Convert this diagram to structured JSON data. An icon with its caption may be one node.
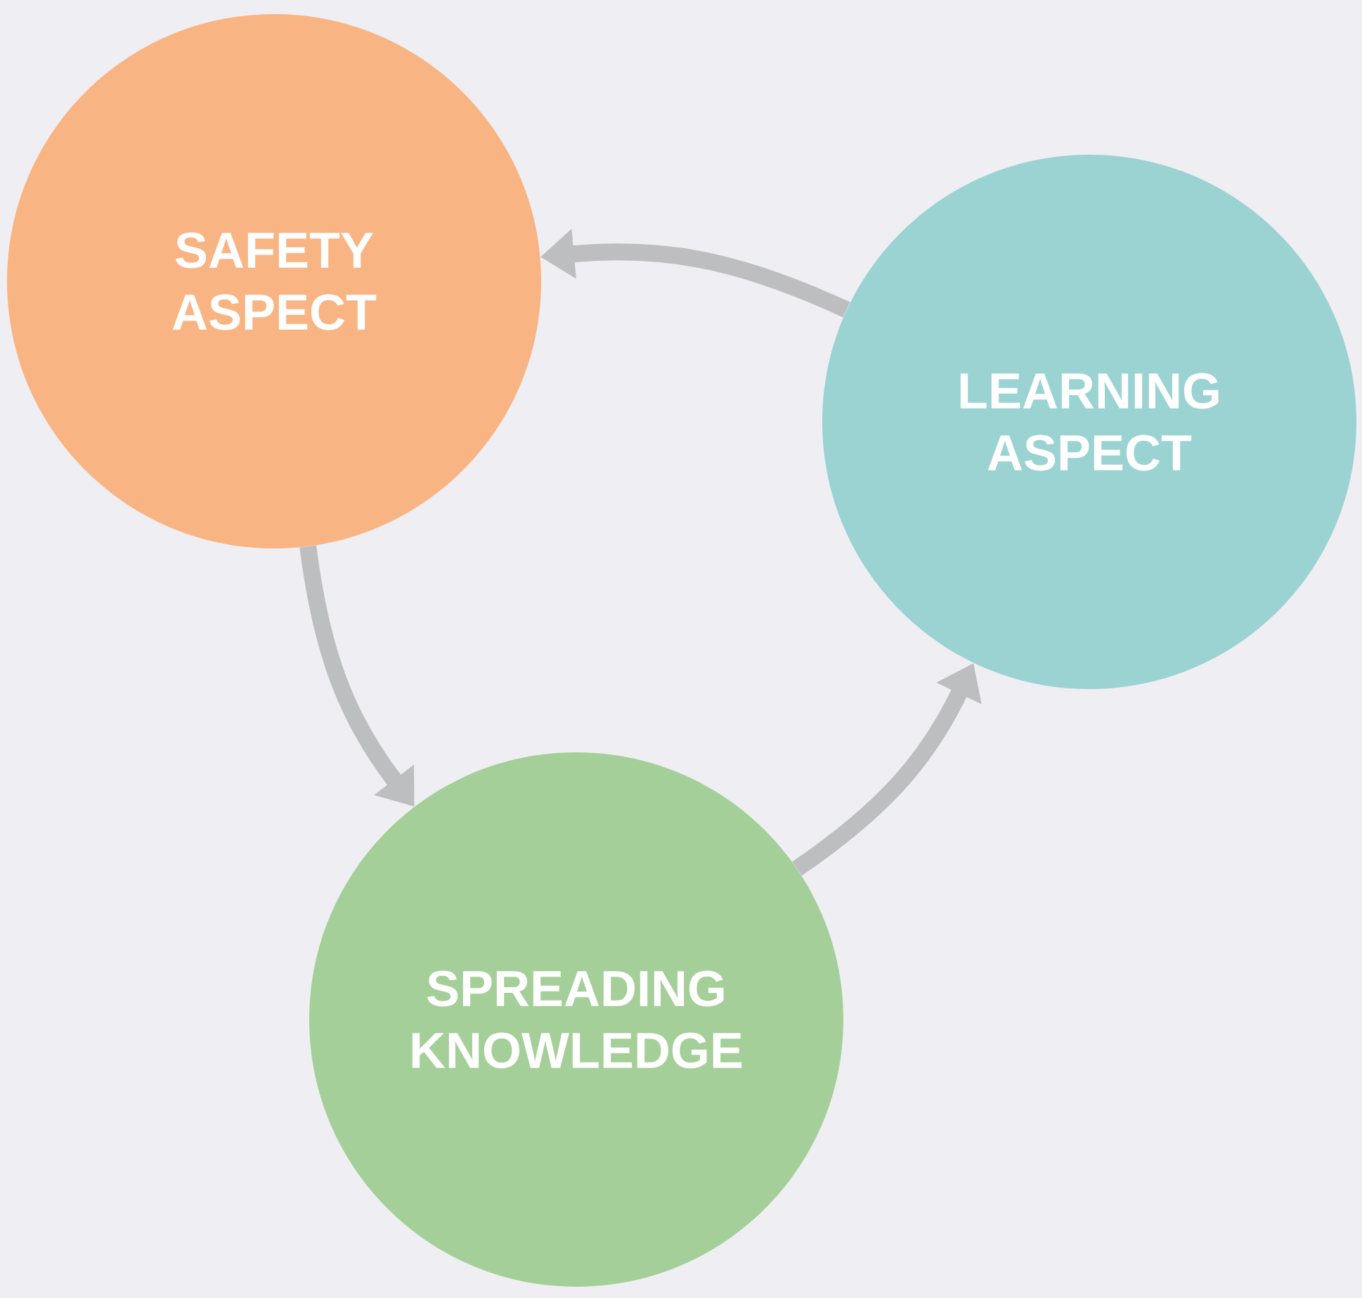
{
  "diagram": {
    "nodes": [
      {
        "text": [
          "SAFETY ASPECT"
        ]
      },
      {
        "text": [
          "LEARNING ASPECT"
        ]
      },
      {
        "text": [
          "SPREADING KNOWLEDGE"
        ]
      }
    ],
    "edges": [
      {
        "from": 1,
        "to": 0,
        "arrow": "to"
      },
      {
        "from": 0,
        "to": 2,
        "arrow": "to"
      },
      {
        "from": 2,
        "to": 1,
        "arrow": "to"
      }
    ]
  }
}
